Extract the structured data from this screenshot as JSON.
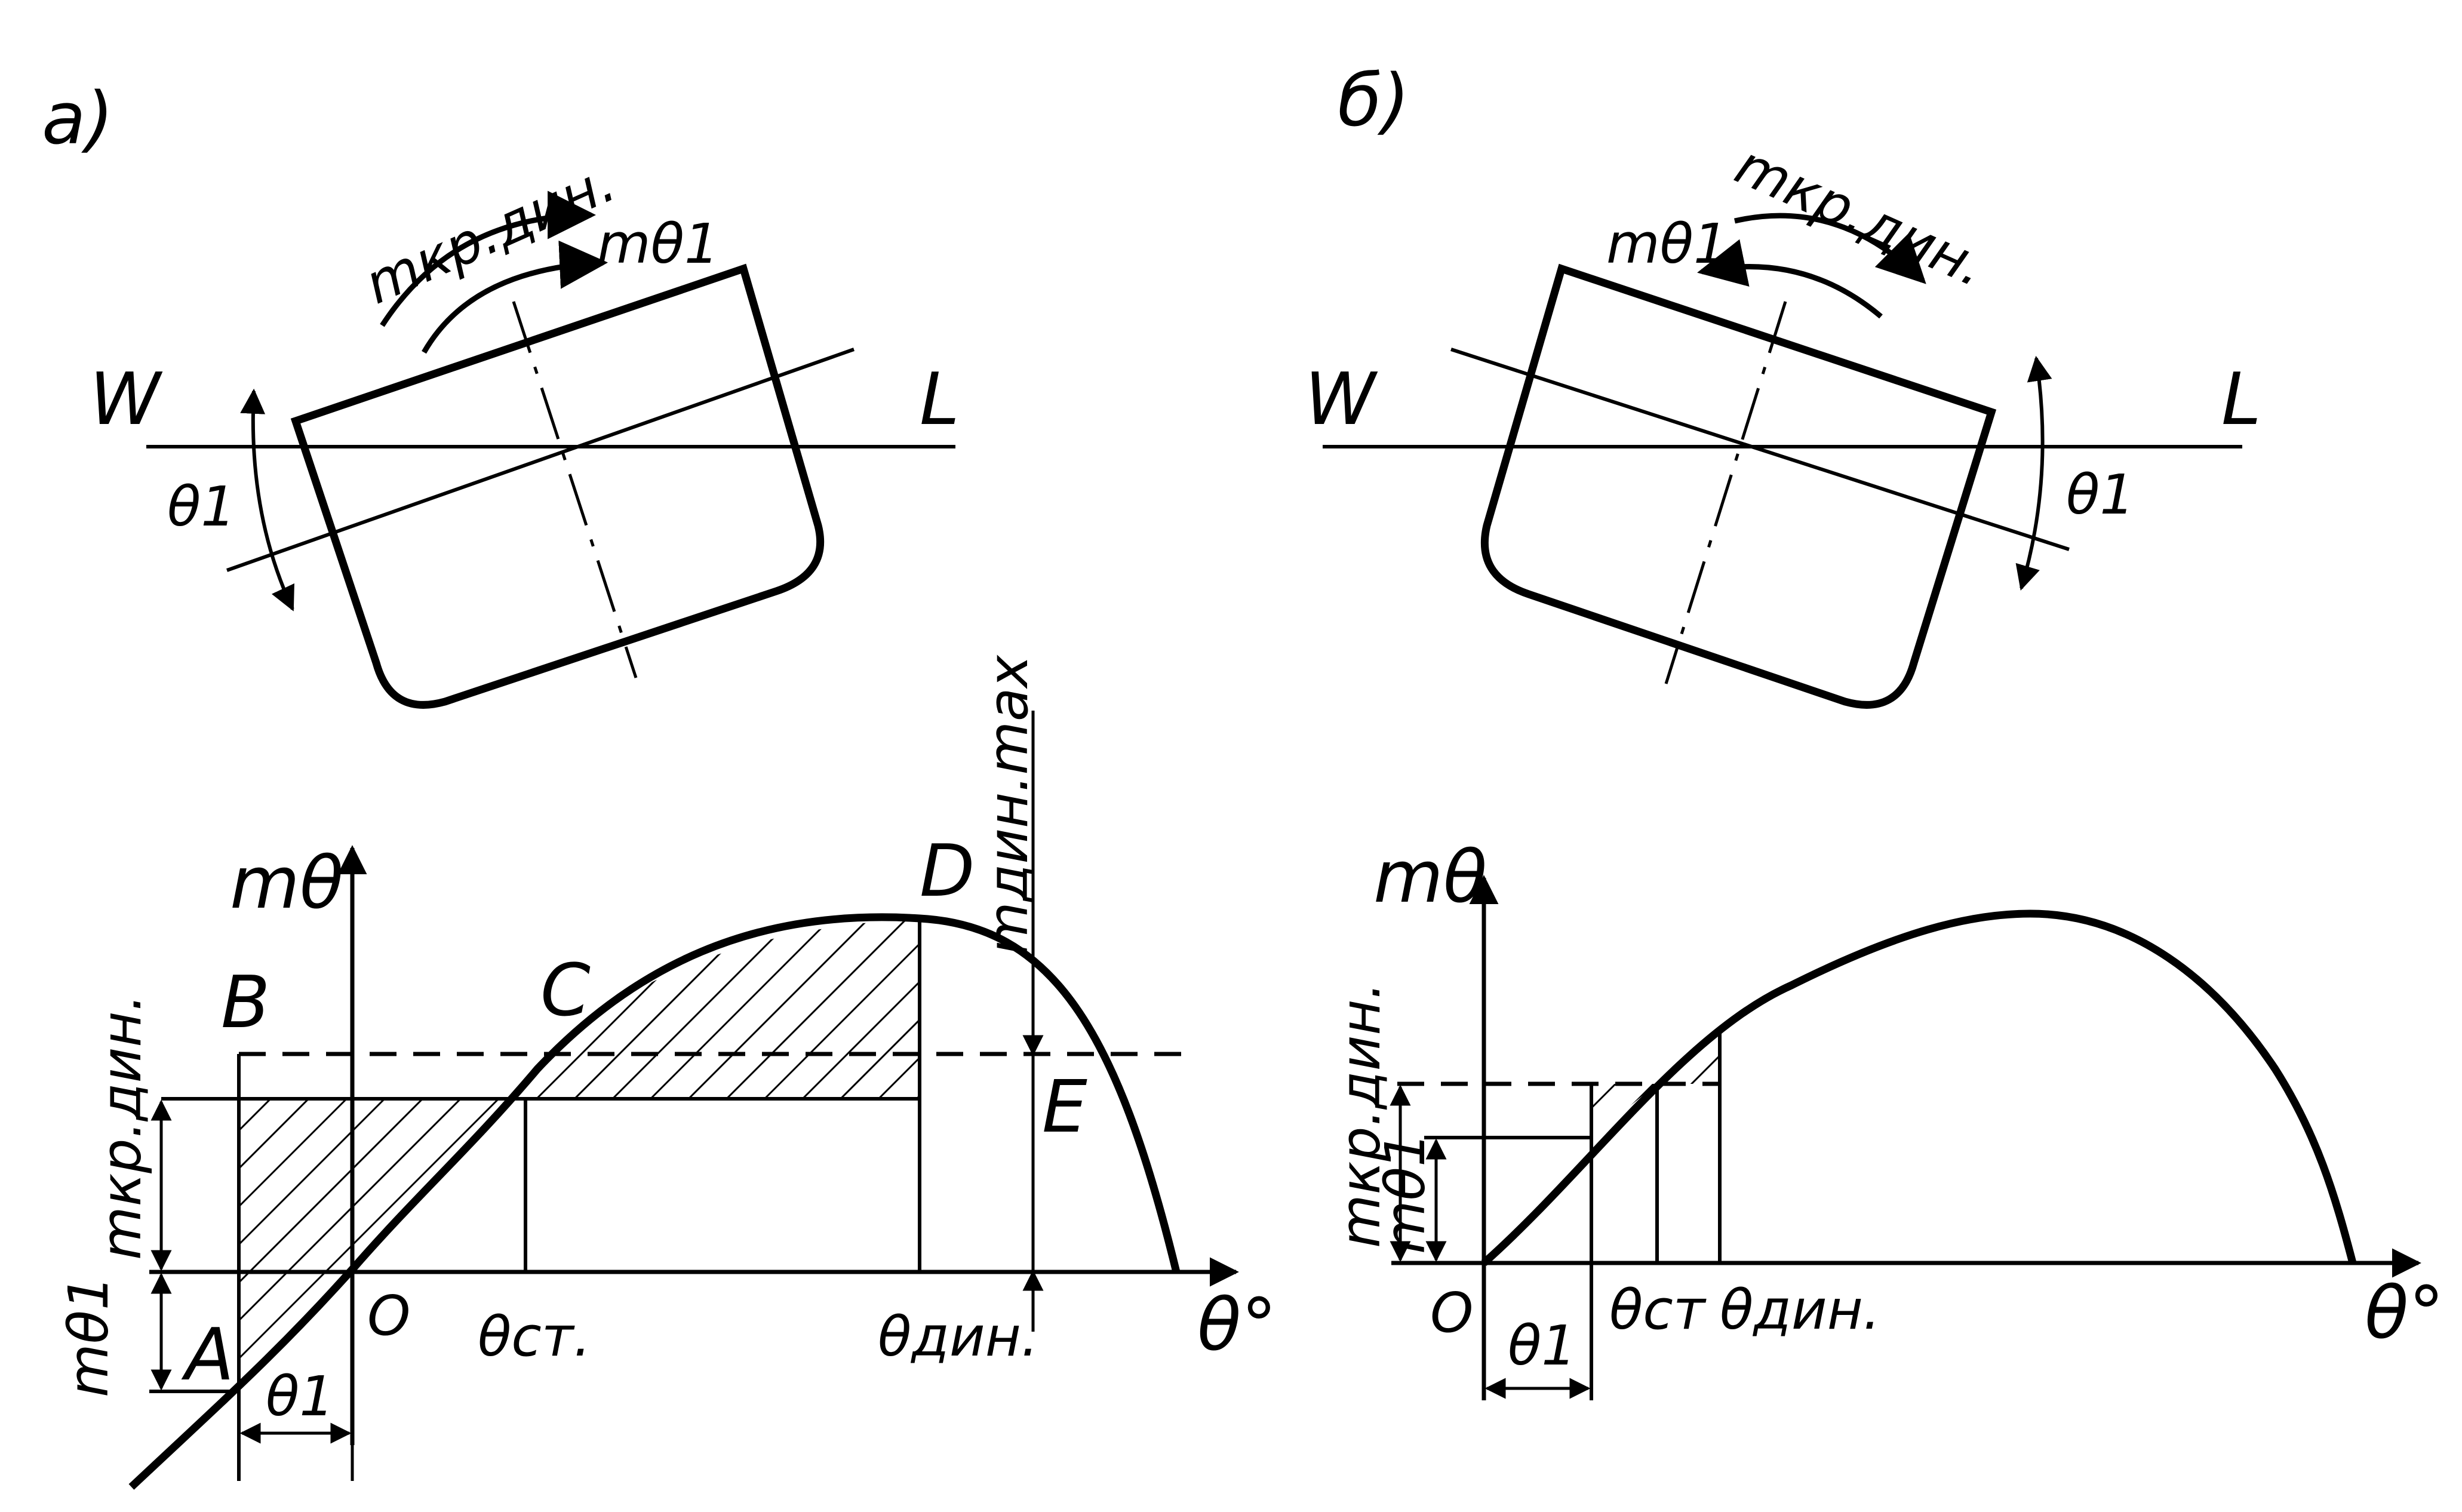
{
  "colors": {
    "ink": "#000000",
    "paper": "#ffffff"
  },
  "panel_a": {
    "label": "а)",
    "ship": {
      "waterline_left": "W",
      "waterline_right": "L",
      "heel_angle": "θ1",
      "heeling_moment": "mкр.дин.",
      "restoring_moment": "mθ1"
    },
    "graph": {
      "y_axis": "mθ",
      "x_axis": "θ°",
      "origin": "O",
      "point_A": "A",
      "point_B": "B",
      "point_C": "C",
      "point_D": "D",
      "point_E": "E",
      "theta_static": "θст.",
      "theta_dynamic": "θдин.",
      "theta_1": "θ1",
      "dynamic_heel_moment": "mкр.дин.",
      "initial_moment": "mθ1",
      "max_dynamic_moment": "mдин.max"
    }
  },
  "panel_b": {
    "label": "б)",
    "ship": {
      "waterline_left": "W",
      "waterline_right": "L",
      "heel_angle": "θ1",
      "heeling_moment": "mкр.дин.",
      "restoring_moment": "mθ1"
    },
    "graph": {
      "y_axis": "mθ",
      "x_axis": "θ°",
      "origin": "O",
      "theta_static": "θст",
      "theta_dynamic": "θдин.",
      "theta_1": "θ1",
      "dynamic_heel_moment": "mкр.дин.",
      "initial_moment": "mθ1"
    }
  }
}
